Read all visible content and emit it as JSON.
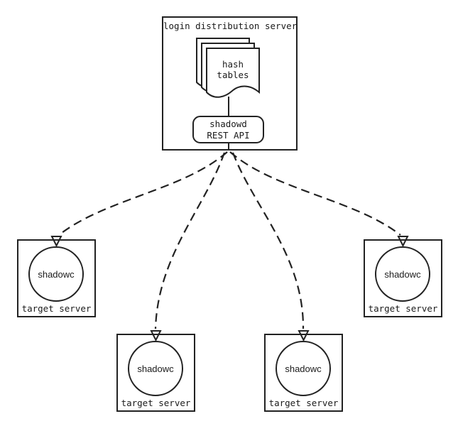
{
  "colors": {
    "stroke": "#222222",
    "text": "#1a1a1a",
    "background": "#ffffff"
  },
  "login_server": {
    "title": "login distribution server",
    "documents_label": "hash\ntables",
    "api_label": "shadowd\nREST API"
  },
  "targets": [
    {
      "title": "target server",
      "node_label": "shadowc"
    },
    {
      "title": "target server",
      "node_label": "shadowc"
    },
    {
      "title": "target server",
      "node_label": "shadowc"
    },
    {
      "title": "target server",
      "node_label": "shadowc"
    }
  ],
  "edges": [
    {
      "from": "shadowd REST API",
      "to": "shadowc (target server 1)",
      "style": "dashed",
      "arrowhead": "open-triangle"
    },
    {
      "from": "shadowd REST API",
      "to": "shadowc (target server 2)",
      "style": "dashed",
      "arrowhead": "open-triangle"
    },
    {
      "from": "shadowd REST API",
      "to": "shadowc (target server 3)",
      "style": "dashed",
      "arrowhead": "open-triangle"
    },
    {
      "from": "shadowd REST API",
      "to": "shadowc (target server 4)",
      "style": "dashed",
      "arrowhead": "open-triangle"
    }
  ]
}
